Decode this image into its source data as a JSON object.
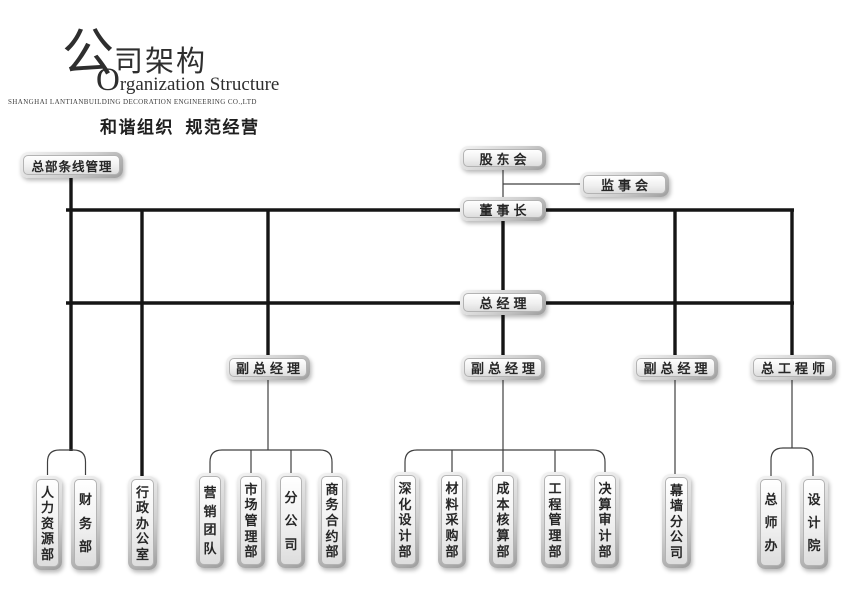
{
  "logo": {
    "title_zh_head": "公",
    "title_zh_tail": "司架构",
    "title_en_head": "O",
    "title_en_tail": "rganization Structure",
    "company": "SHANGHAI LANTIANBUILDING DECORATION ENGINEERING CO.,LTD",
    "slogan": "和谐组织  规范经营"
  },
  "colors": {
    "thick_line": "#151515",
    "thin_line": "#404040",
    "box_text": "#262626"
  },
  "nodes": {
    "hq_line_management": {
      "label": "总部条线管理"
    },
    "shareholders_meeting": {
      "label": "股东会"
    },
    "supervisory_board": {
      "label": "监事会"
    },
    "chairman": {
      "label": "董事长"
    },
    "general_manager": {
      "label": "总经理"
    },
    "deputy_gm_1": {
      "label": "副总经理"
    },
    "deputy_gm_2": {
      "label": "副总经理"
    },
    "deputy_gm_3": {
      "label": "副总经理"
    },
    "chief_engineer": {
      "label": "总工程师"
    },
    "hr_dept": {
      "label": "人力资源部"
    },
    "finance_dept": {
      "label": "财务部"
    },
    "admin_office": {
      "label": "行政办公室"
    },
    "marketing_team": {
      "label": "营销团队"
    },
    "market_mgmt_dept": {
      "label": "市场管理部"
    },
    "branch_company": {
      "label": "分公司"
    },
    "business_contract_dept": {
      "label": "商务合约部"
    },
    "deep_design_dept": {
      "label": "深化设计部"
    },
    "material_procurement_dept": {
      "label": "材料采购部"
    },
    "cost_accounting_dept": {
      "label": "成本核算部"
    },
    "engineering_mgmt_dept": {
      "label": "工程管理部"
    },
    "final_audit_dept": {
      "label": "决算审计部"
    },
    "curtain_wall_branch": {
      "label": "幕墙分公司"
    },
    "chief_engineer_office": {
      "label": "总师办"
    },
    "design_institute": {
      "label": "设计院"
    }
  }
}
